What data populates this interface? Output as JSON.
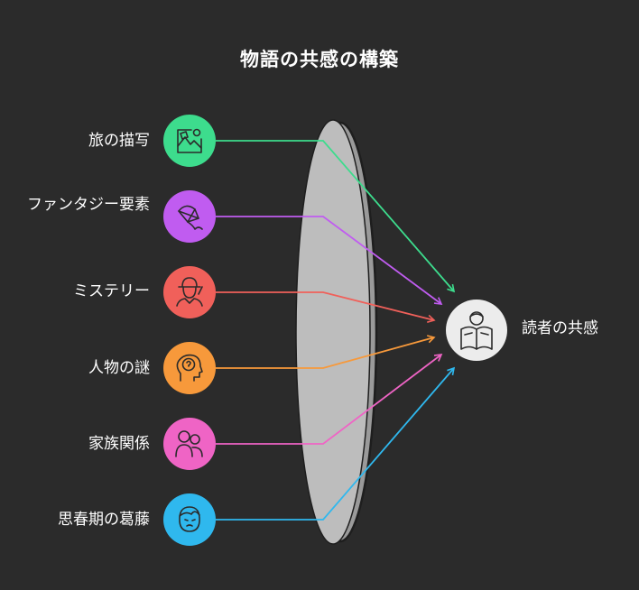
{
  "title": "物語の共感の構築",
  "inputs": [
    {
      "label": "旅の描写",
      "color": "#3ddc8d",
      "icon": "landscape-map-icon"
    },
    {
      "label": "ファンタジー要素",
      "color": "#c05cf0",
      "icon": "kite-icon"
    },
    {
      "label": "ミステリー",
      "color": "#f0605a",
      "icon": "detective-icon"
    },
    {
      "label": "人物の謎",
      "color": "#f7993b",
      "icon": "head-question-icon"
    },
    {
      "label": "家族関係",
      "color": "#ef64c5",
      "icon": "family-icon"
    },
    {
      "label": "思春期の葛藤",
      "color": "#2fb8ee",
      "icon": "teen-face-icon"
    }
  ],
  "output": {
    "label": "読者の共感",
    "color": "#ececec",
    "icon": "reader-book-icon"
  }
}
